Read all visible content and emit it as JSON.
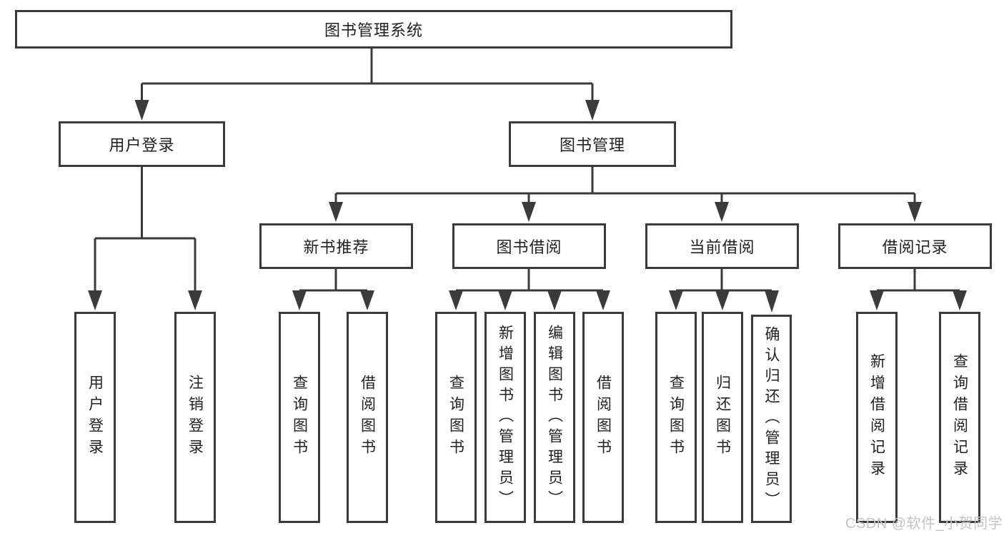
{
  "diagram": {
    "type": "hierarchy",
    "colors": {
      "background": "#ffffff",
      "line": "#3b3b3b",
      "box_border": "#3b3b3b",
      "text": "#212121",
      "watermark": "#c3c3c3"
    }
  },
  "tree": {
    "label": "图书管理系统",
    "children": [
      {
        "label": "用户登录",
        "children": [
          {
            "label": "用户登录"
          },
          {
            "label": "注销登录"
          }
        ]
      },
      {
        "label": "图书管理",
        "children": [
          {
            "label": "新书推荐",
            "children": [
              {
                "label": "查询图书"
              },
              {
                "label": "借阅图书"
              }
            ]
          },
          {
            "label": "图书借阅",
            "children": [
              {
                "label": "查询图书"
              },
              {
                "label": "新增图书（管理员）"
              },
              {
                "label": "编辑图书（管理员）"
              },
              {
                "label": "借阅图书"
              }
            ]
          },
          {
            "label": "当前借阅",
            "children": [
              {
                "label": "查询图书"
              },
              {
                "label": "归还图书"
              },
              {
                "label": "确认归还（管理员）"
              }
            ]
          },
          {
            "label": "借阅记录",
            "children": [
              {
                "label": "新增借阅记录"
              },
              {
                "label": "查询借阅记录"
              }
            ]
          }
        ]
      }
    ]
  },
  "watermark": {
    "text": "CSDN @软件_小贺同学"
  }
}
